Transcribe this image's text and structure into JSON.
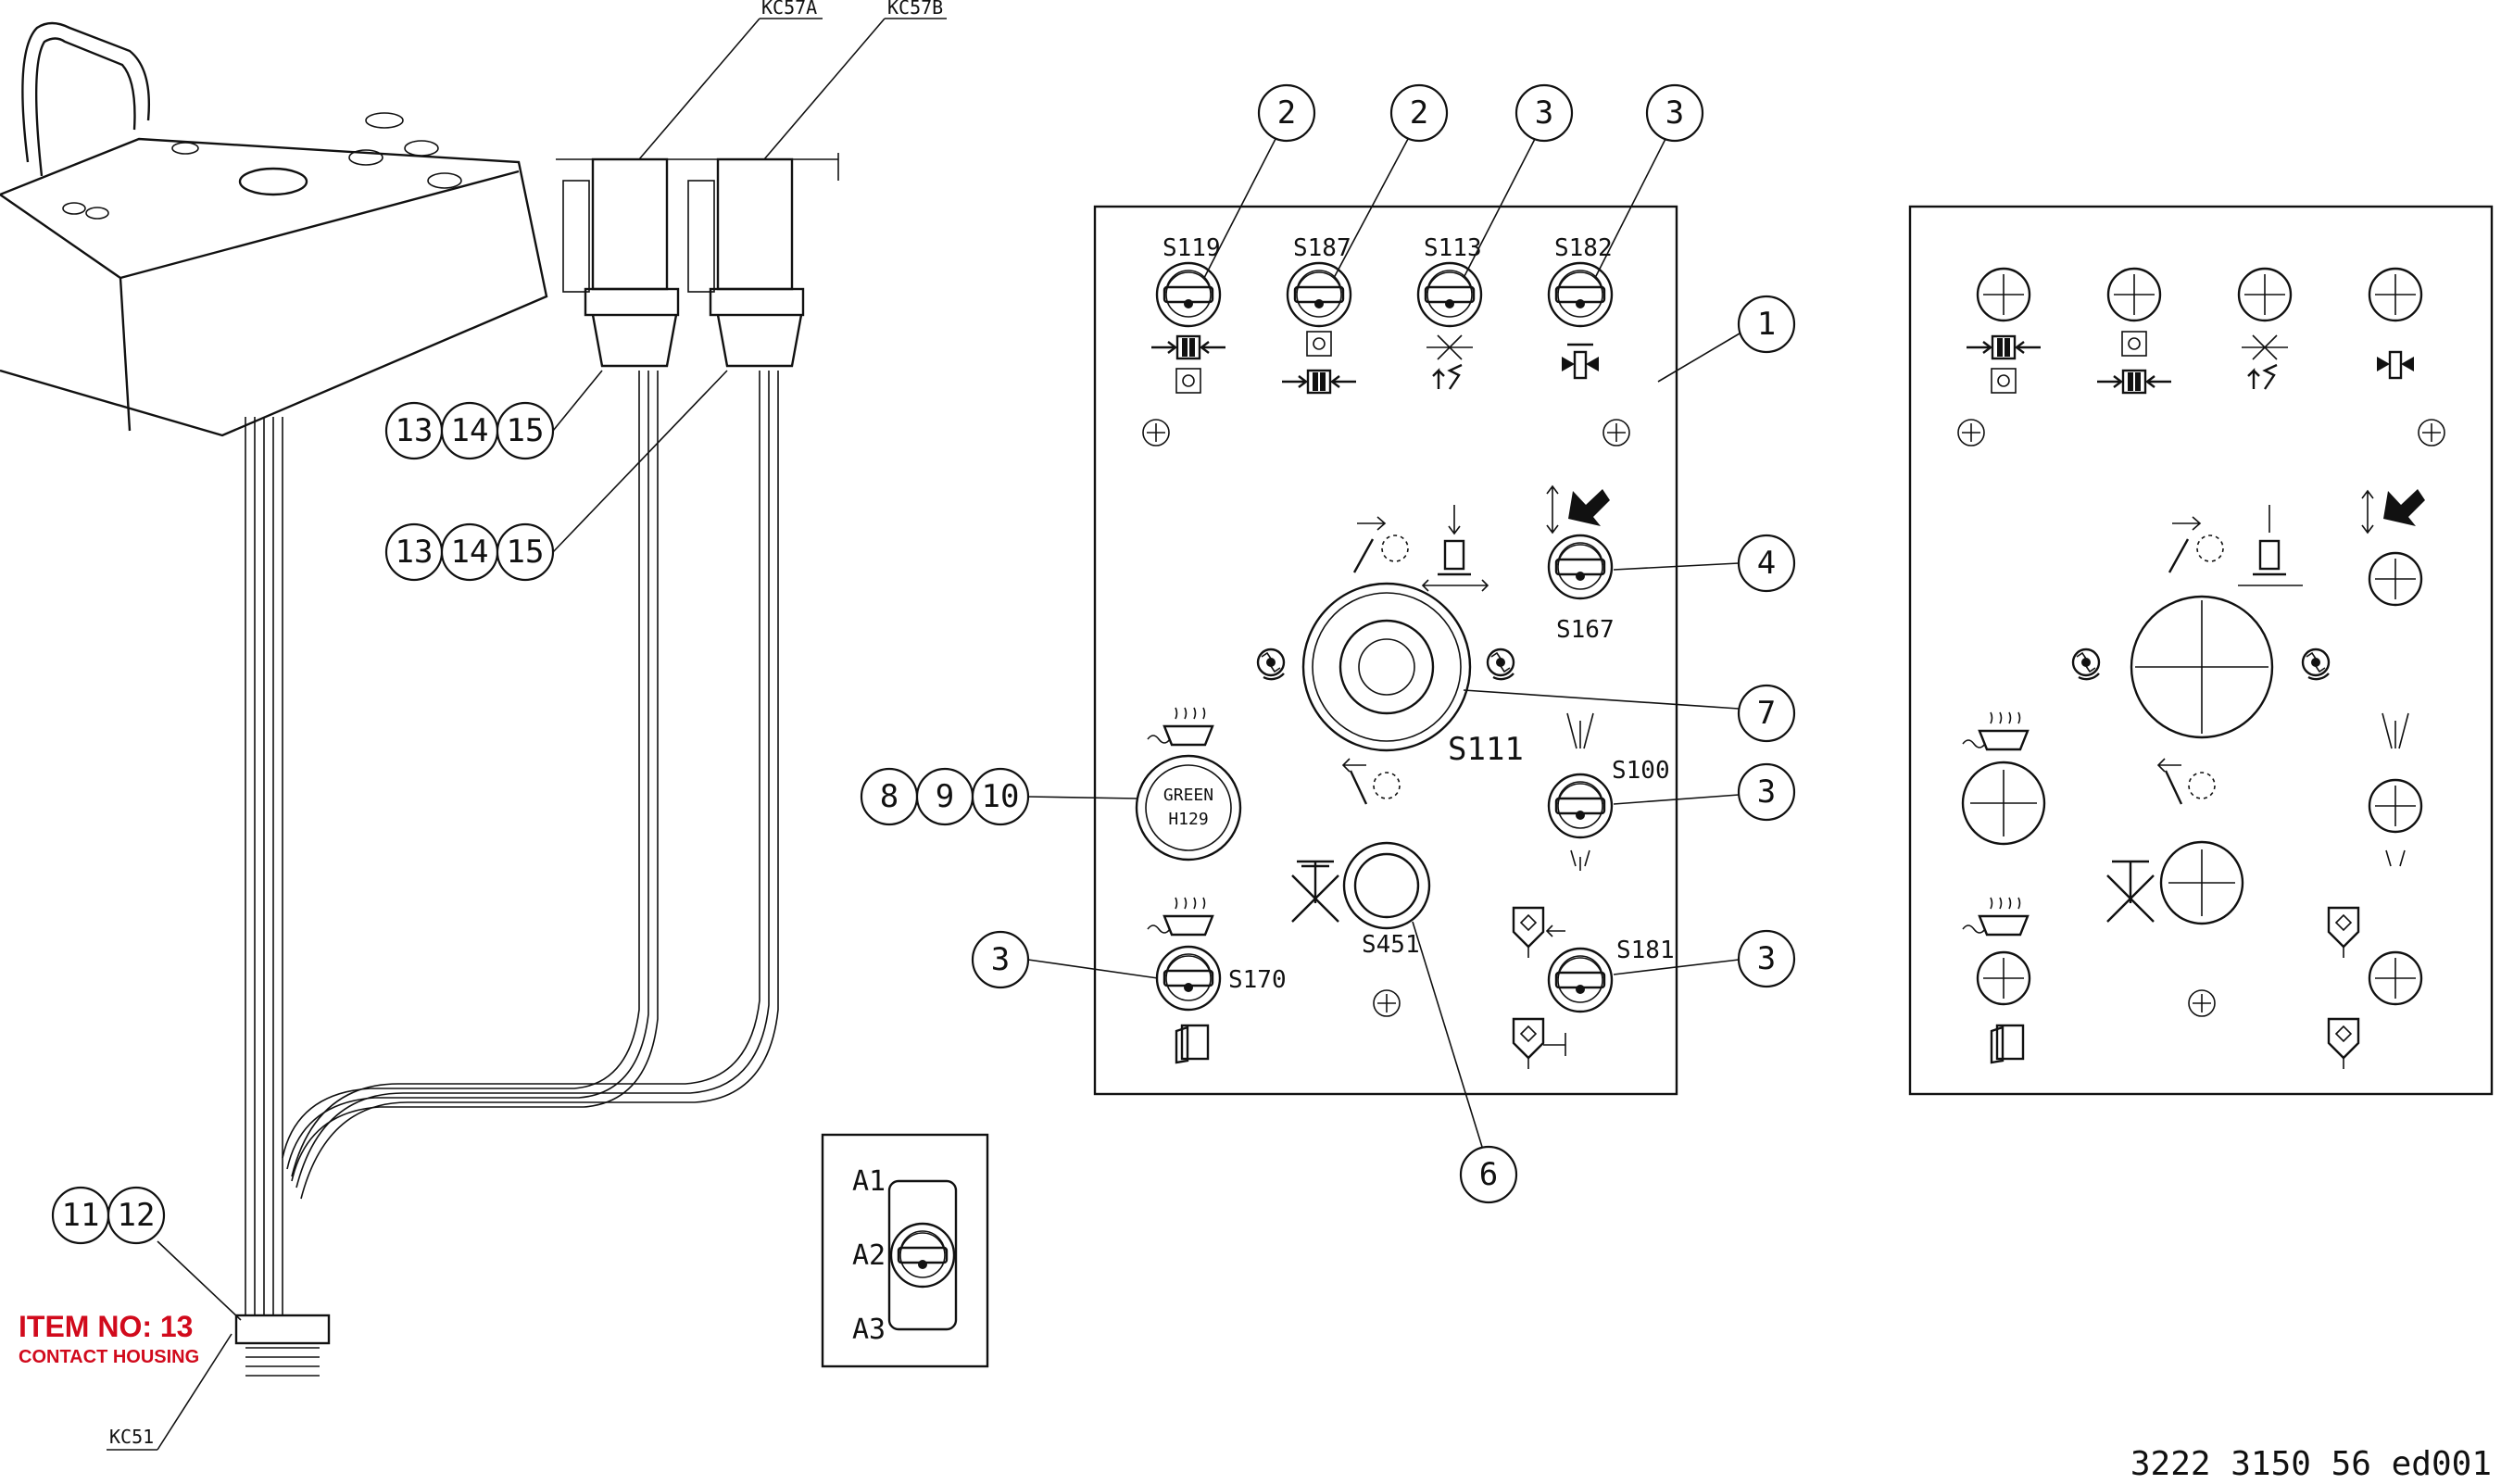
{
  "drawing_number": "3222 3150 56 ed001",
  "connectors": {
    "kc57a": "KC57A",
    "kc57b": "KC57B",
    "kc51": "KC51"
  },
  "item_callout": {
    "title": "ITEM NO: 13",
    "subtitle": "CONTACT HOUSING"
  },
  "switch_labels": {
    "s119": "S119",
    "s187": "S187",
    "s113": "S113",
    "s182": "S182",
    "s167": "S167",
    "s111": "S111",
    "s100": "S100",
    "s451": "S451",
    "s170": "S170",
    "s181": "S181"
  },
  "lamp": {
    "color": "GREEN",
    "id": "H129"
  },
  "selector_positions": [
    "A1",
    "A2",
    "A3"
  ],
  "balloons": {
    "b1": "1",
    "b2a": "2",
    "b2b": "2",
    "b3a": "3",
    "b3b": "3",
    "b3c": "3",
    "b3d": "3",
    "b3e": "3",
    "b4": "4",
    "b6": "6",
    "b7": "7",
    "b8": "8",
    "b9": "9",
    "b10": "10",
    "b11": "11",
    "b12": "12",
    "b13a": "13",
    "b14a": "14",
    "b15a": "15",
    "b13b": "13",
    "b14b": "14",
    "b15b": "15"
  },
  "colors": {
    "line": "#111111",
    "highlight": "#d10a1c",
    "background": "#ffffff"
  }
}
